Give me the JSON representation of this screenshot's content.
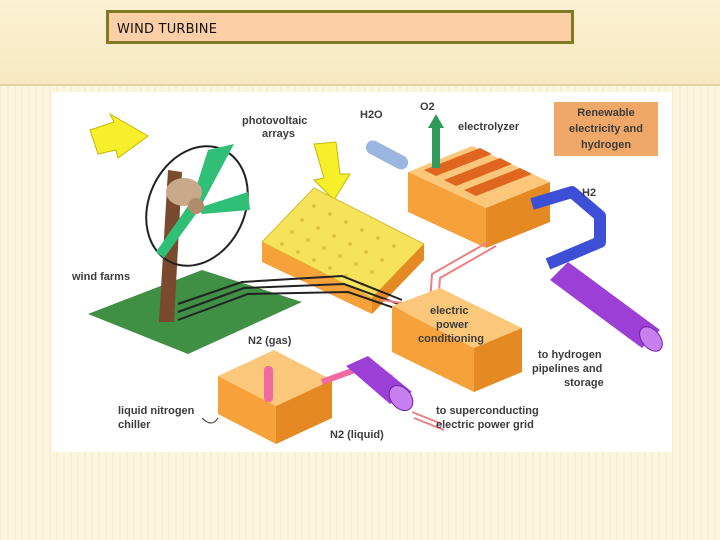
{
  "slide": {
    "title": "WIND TURBINE"
  },
  "diagram": {
    "labels": {
      "photovoltaic_line1": "photovoltaic",
      "photovoltaic_line2": "arrays",
      "h2o": "H2O",
      "o2": "O2",
      "electrolyzer": "electrolyzer",
      "renewable_line1": "Renewable",
      "renewable_line2": "electricity and",
      "renewable_line3": "hydrogen",
      "h2": "H2",
      "wind_farms": "wind farms",
      "epc_line1": "electric",
      "epc_line2": "power",
      "epc_line3": "conditioning",
      "n2_gas": "N2 (gas)",
      "hydrogen_line1": "to hydrogen",
      "hydrogen_line2": "pipelines and",
      "hydrogen_line3": "storage",
      "chiller_line1": "liquid nitrogen",
      "chiller_line2": "chiller",
      "grid_line1": "to superconducting",
      "grid_line2": "electric power grid",
      "n2_liquid": "N2 (liquid)"
    },
    "colors": {
      "orange_box": "#f7a13a",
      "orange_box_top": "#fbc77a",
      "solar_panel": "#f7e35a",
      "tower": "#7a4a2e",
      "blades": "#2fbf77",
      "ground": "#3f8f44",
      "hydrogen_pipe": "#3d4fd6",
      "superconducting_pipe": "#9b3fd6",
      "renewable_box": "#f0a869",
      "sun_arrow": "#f6ef2a"
    }
  }
}
